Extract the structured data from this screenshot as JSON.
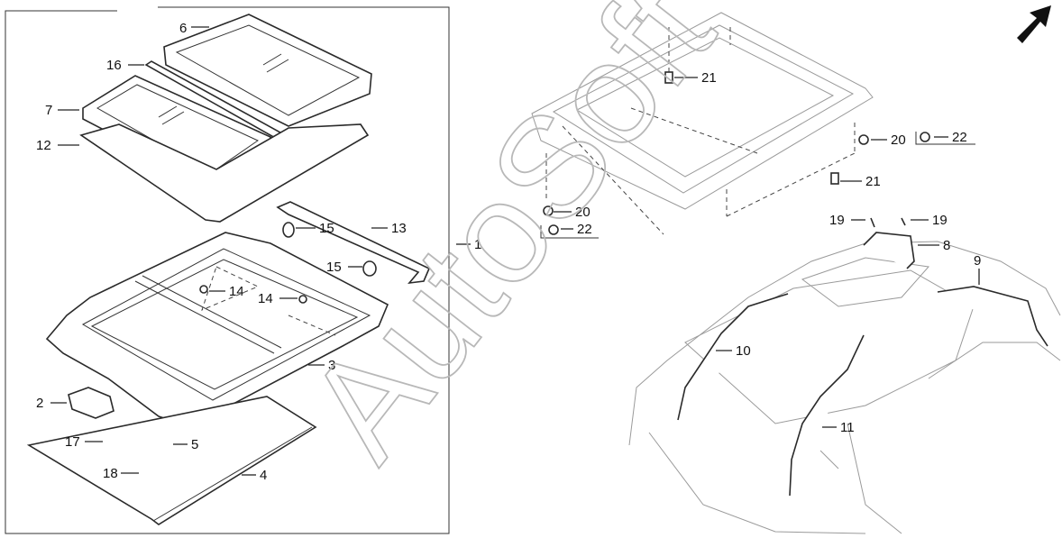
{
  "watermark": "AutoSoft",
  "callouts": [
    {
      "id": "c1",
      "text": "1"
    },
    {
      "id": "c2",
      "text": "2"
    },
    {
      "id": "c3",
      "text": "3"
    },
    {
      "id": "c4",
      "text": "4"
    },
    {
      "id": "c5",
      "text": "5"
    },
    {
      "id": "c6",
      "text": "6"
    },
    {
      "id": "c7",
      "text": "7"
    },
    {
      "id": "c8",
      "text": "8"
    },
    {
      "id": "c9",
      "text": "9"
    },
    {
      "id": "c10",
      "text": "10"
    },
    {
      "id": "c11",
      "text": "11"
    },
    {
      "id": "c12",
      "text": "12"
    },
    {
      "id": "c13",
      "text": "13"
    },
    {
      "id": "c14a",
      "text": "14"
    },
    {
      "id": "c14b",
      "text": "14"
    },
    {
      "id": "c15a",
      "text": "15"
    },
    {
      "id": "c15b",
      "text": "15"
    },
    {
      "id": "c16",
      "text": "16"
    },
    {
      "id": "c17",
      "text": "17"
    },
    {
      "id": "c18",
      "text": "18"
    },
    {
      "id": "c19a",
      "text": "19"
    },
    {
      "id": "c19b",
      "text": "19"
    },
    {
      "id": "c20a",
      "text": "20"
    },
    {
      "id": "c20b",
      "text": "20"
    },
    {
      "id": "c21a",
      "text": "21"
    },
    {
      "id": "c21b",
      "text": "21"
    },
    {
      "id": "c22a",
      "text": "22"
    },
    {
      "id": "c22b",
      "text": "22"
    }
  ],
  "icons": {
    "direction": "front-direction-arrow-icon"
  }
}
